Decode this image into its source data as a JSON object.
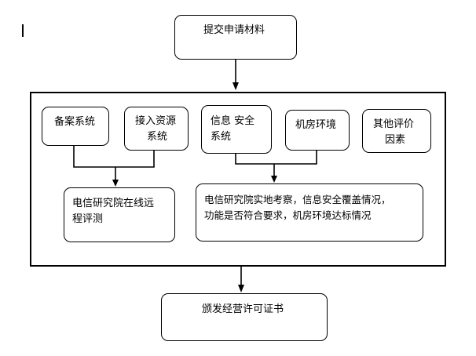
{
  "diagram": {
    "nodes": {
      "submit": "提交申请材料",
      "filing": "备案系统",
      "access_line1": "接入资源",
      "access_line2": "系统",
      "infosec_line1": "信息 安全",
      "infosec_line2": "系统",
      "machine_room": "机房环境",
      "other_line1": "其他评价",
      "other_line2": "因素",
      "online_line1": "电信研究院在线远",
      "online_line2": "程评测",
      "onsite_line1": "电信研究院实地考察，信息安全覆盖情况，",
      "onsite_line2": "功能是否符合要求，机房环境达标情况",
      "license": "颁发经营许可证书"
    },
    "colors": {
      "stroke": "#000000",
      "background": "#ffffff"
    }
  }
}
